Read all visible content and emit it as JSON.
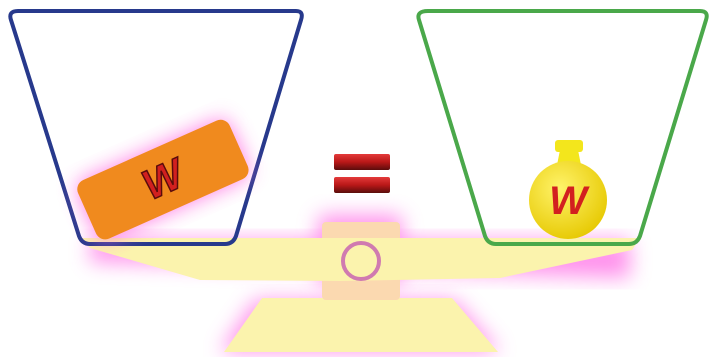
{
  "scene": {
    "left_weight": {
      "label": "W",
      "shape": "rectangle-block"
    },
    "right_weight": {
      "label": "W",
      "shape": "round-flask-weight"
    },
    "relation_symbol": "equals-sign",
    "balance_state": "level"
  },
  "colors": {
    "left_pan_outline": "#27398c",
    "right_pan_outline": "#4aa84a",
    "beam_fill": "#fbf3ad",
    "glow": "#ff55dd",
    "left_weight_fill": "#f08a1e",
    "right_weight_fill": "#f3e61c",
    "weight_label": "#d2201f",
    "equals_sign": "#c81e1e",
    "pivot_ring": "#d07ab0"
  }
}
